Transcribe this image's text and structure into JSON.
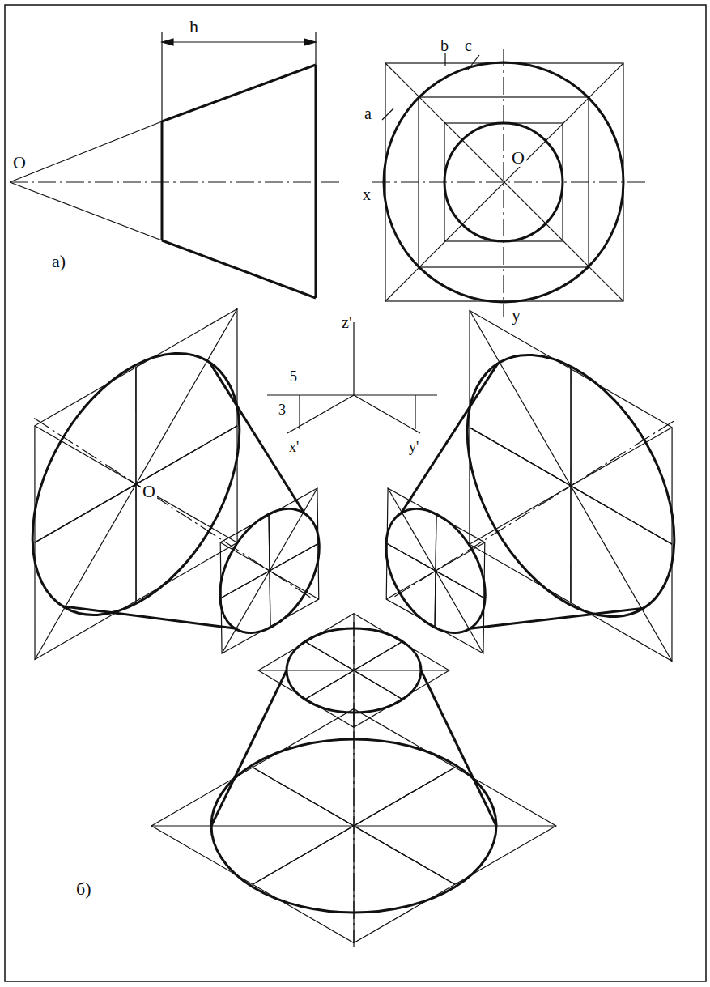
{
  "diagram": {
    "labels": [
      "h",
      "b",
      "c",
      "O",
      "a",
      "O",
      "x",
      "а)",
      "y",
      "z'",
      "5",
      "3",
      "x'",
      "y'",
      "O",
      "б)"
    ]
  }
}
